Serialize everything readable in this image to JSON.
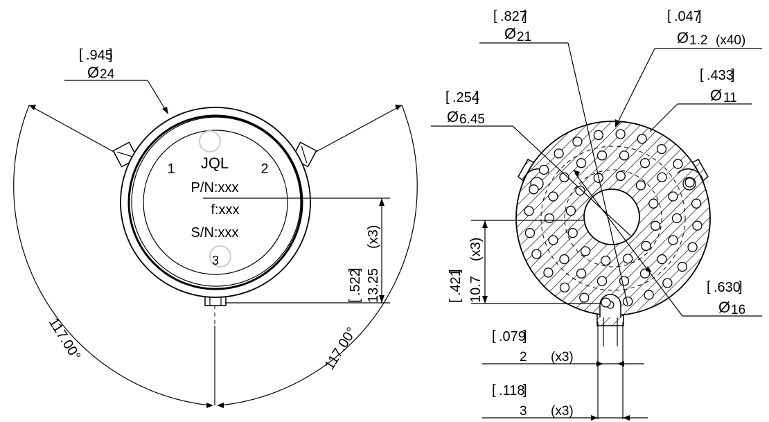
{
  "left_view": {
    "outer_diameter": {
      "inch": ".945",
      "mm": "24",
      "symbol": "Ø"
    },
    "marking": {
      "line1": "JQL",
      "line2": "P/N:xxx",
      "line3": "f:xxx",
      "line4": "S/N:xxx"
    },
    "pin_labels": [
      "1",
      "2",
      "3"
    ],
    "height_dim": {
      "inch": ".522",
      "mm": "13.25",
      "qty": "(x3)"
    },
    "angles": [
      "117.00°",
      "117.00°"
    ]
  },
  "right_view": {
    "bore": {
      "inch": ".827",
      "mm": "21",
      "symbol": "Ø"
    },
    "holes": {
      "inch": ".047",
      "mm": "1.2",
      "qty": "(x40)",
      "symbol": "Ø"
    },
    "circle_11": {
      "inch": ".433",
      "mm": "11",
      "symbol": "Ø"
    },
    "circle_645": {
      "inch": ".254",
      "mm": "6.45",
      "symbol": "Ø"
    },
    "circle_16": {
      "inch": ".630",
      "mm": "16",
      "symbol": "Ø"
    },
    "offset_dim": {
      "inch": ".421",
      "mm": "10.7",
      "qty": "(x3)"
    },
    "slot_width": {
      "inch": ".079",
      "mm": "2",
      "qty": "(x3)"
    },
    "tab_width": {
      "inch": ".118",
      "mm": "3",
      "qty": "(x3)"
    }
  }
}
